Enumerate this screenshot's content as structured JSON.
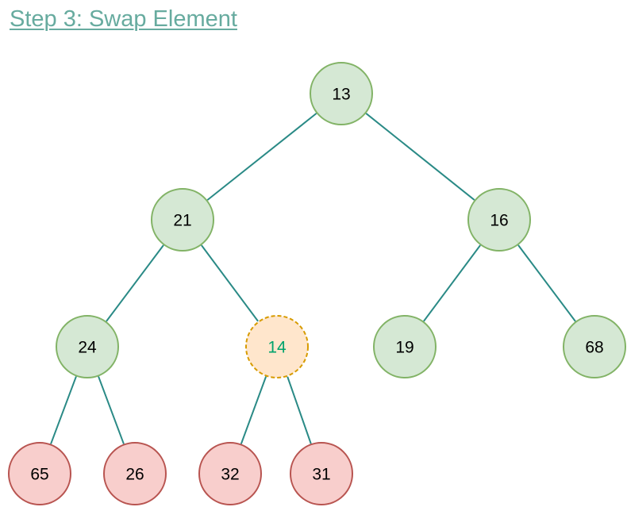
{
  "title": "Step 3: Swap Element",
  "colors": {
    "title": "#67ab9f",
    "edge": "#2a8a86",
    "normal_fill": "#d5e8d4",
    "normal_stroke": "#82b366",
    "leaf_fill": "#f8cecc",
    "leaf_stroke": "#b85450",
    "active_fill": "#ffe6cc",
    "active_stroke": "#d79b00",
    "active_text": "#00a36c",
    "text": "#000000"
  },
  "nodes": [
    {
      "id": "n13",
      "label": "13",
      "style": "normal"
    },
    {
      "id": "n21",
      "label": "21",
      "style": "normal"
    },
    {
      "id": "n16",
      "label": "16",
      "style": "normal"
    },
    {
      "id": "n24",
      "label": "24",
      "style": "normal"
    },
    {
      "id": "n14",
      "label": "14",
      "style": "active"
    },
    {
      "id": "n19",
      "label": "19",
      "style": "normal"
    },
    {
      "id": "n68",
      "label": "68",
      "style": "normal"
    },
    {
      "id": "n65",
      "label": "65",
      "style": "leaf"
    },
    {
      "id": "n26",
      "label": "26",
      "style": "leaf"
    },
    {
      "id": "n32",
      "label": "32",
      "style": "leaf"
    },
    {
      "id": "n31",
      "label": "31",
      "style": "leaf"
    }
  ],
  "edges": [
    [
      "n13",
      "n21"
    ],
    [
      "n13",
      "n16"
    ],
    [
      "n21",
      "n24"
    ],
    [
      "n21",
      "n14"
    ],
    [
      "n16",
      "n19"
    ],
    [
      "n16",
      "n68"
    ],
    [
      "n24",
      "n65"
    ],
    [
      "n24",
      "n26"
    ],
    [
      "n14",
      "n32"
    ],
    [
      "n14",
      "n31"
    ]
  ]
}
